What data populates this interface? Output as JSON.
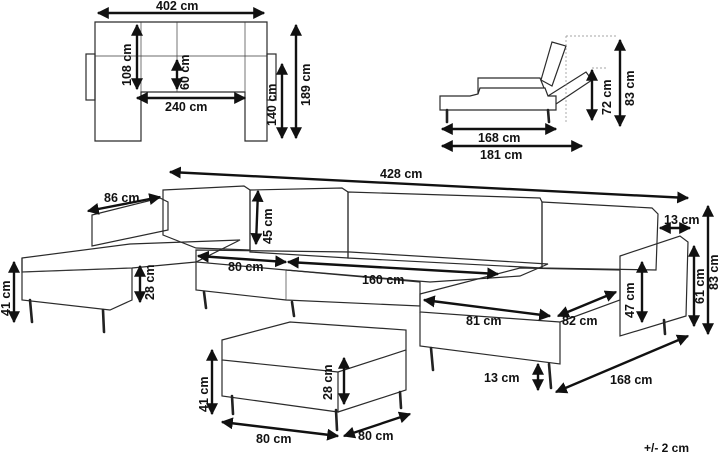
{
  "top_view": {
    "width": "402 cm",
    "depth": "108 cm",
    "seat_depth": "60 cm",
    "inner_width": "240 cm",
    "side_inner": "140 cm",
    "side_total": "189 cm"
  },
  "side_view": {
    "seat_length": "168 cm",
    "total_length": "181 cm",
    "seat_height": "72 cm",
    "back_height": "83 cm"
  },
  "main_view": {
    "total_width": "428 cm",
    "left_arm_width": "86 cm",
    "back_height": "45 cm",
    "left_seat_height": "28 cm",
    "left_height": "41 cm",
    "middle_seat_80": "80 cm",
    "middle_seat_160": "160 cm",
    "chaise_81": "81 cm",
    "chaise_82": "82 cm",
    "arm_13": "13 cm",
    "arm_47": "47 cm",
    "height_61": "61 cm",
    "height_83": "83 cm",
    "depth_168": "168 cm",
    "leg_13": "13 cm"
  },
  "ottoman": {
    "height": "41 cm",
    "seat_height": "28 cm",
    "width": "80 cm",
    "depth": "80 cm"
  },
  "tolerance": "+/- 2 cm"
}
